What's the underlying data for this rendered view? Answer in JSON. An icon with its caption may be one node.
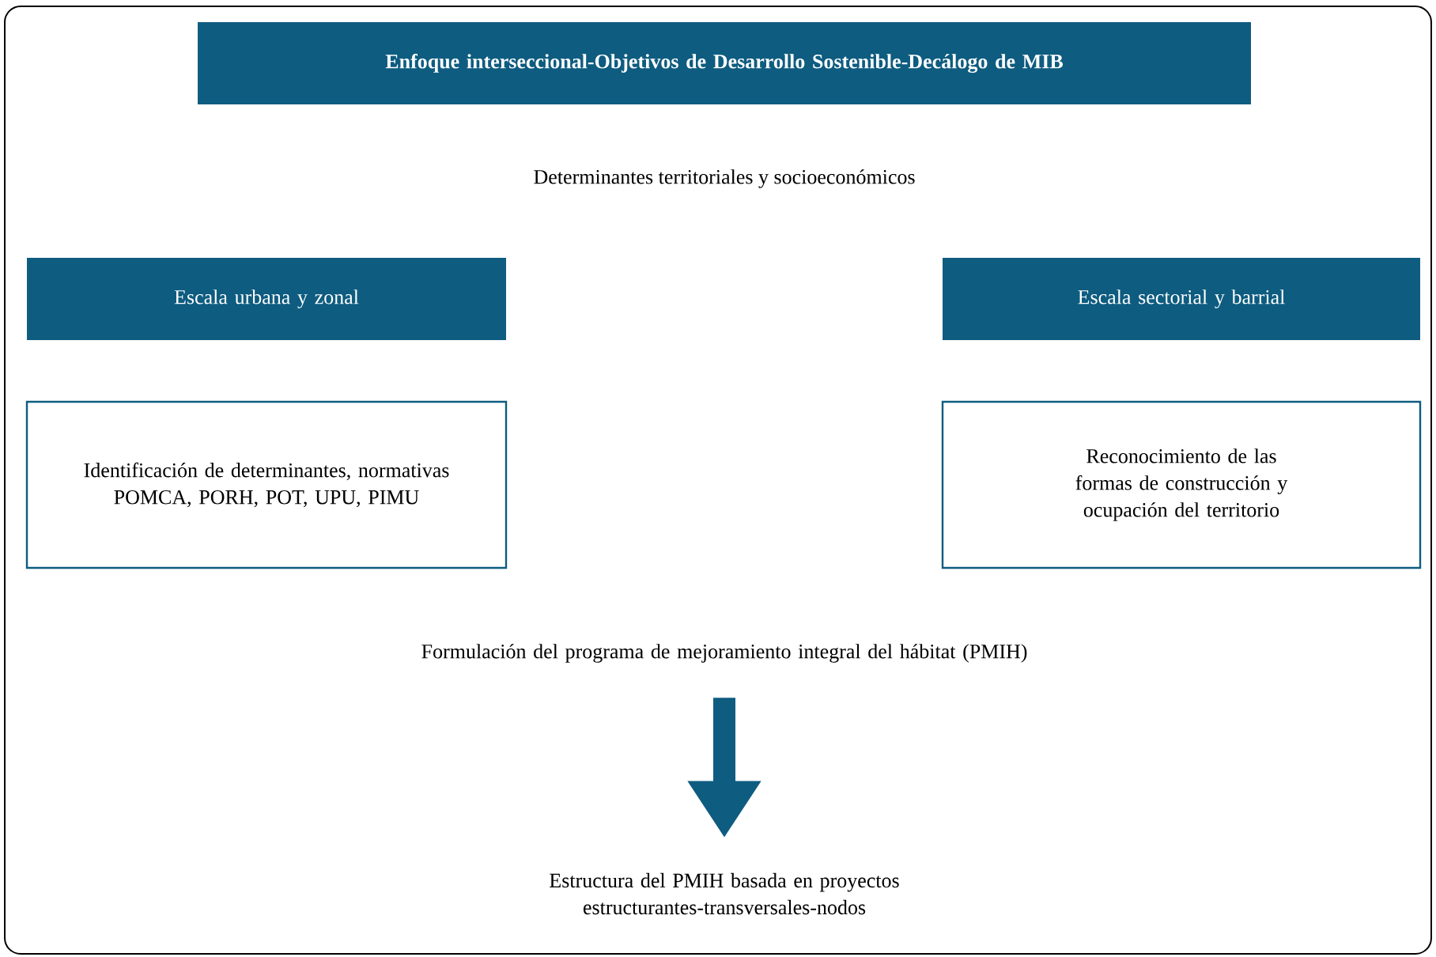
{
  "diagram": {
    "nodes": [
      {
        "text": [
          "Enfoque interseccional-Objetivos de Desarrollo Sostenible-Decálogo de MIB"
        ]
      },
      {
        "text": [
          "Escala urbana y zonal"
        ]
      },
      {
        "text": [
          "Escala sectorial y barrial"
        ]
      },
      {
        "text": [
          "Identificación de determinantes, normativas POMCA, PORH, POT, UPU, PIMU"
        ]
      },
      {
        "text": [
          "Reconocimiento de las formas de construcción y ocupación del territorio"
        ]
      },
      {
        "text": [
          "Formulación del programa de mejoramiento integral del hábitat (PMIH)"
        ]
      },
      {
        "text": [
          "Estructura del PMIH basada en proyectos estructurantes-transversales-nodos"
        ]
      }
    ],
    "edges": [
      {
        "from": 5,
        "to": 6,
        "arrow": "to"
      }
    ],
    "labels": [
      "Determinantes territoriales y socioeconómicos"
    ]
  }
}
